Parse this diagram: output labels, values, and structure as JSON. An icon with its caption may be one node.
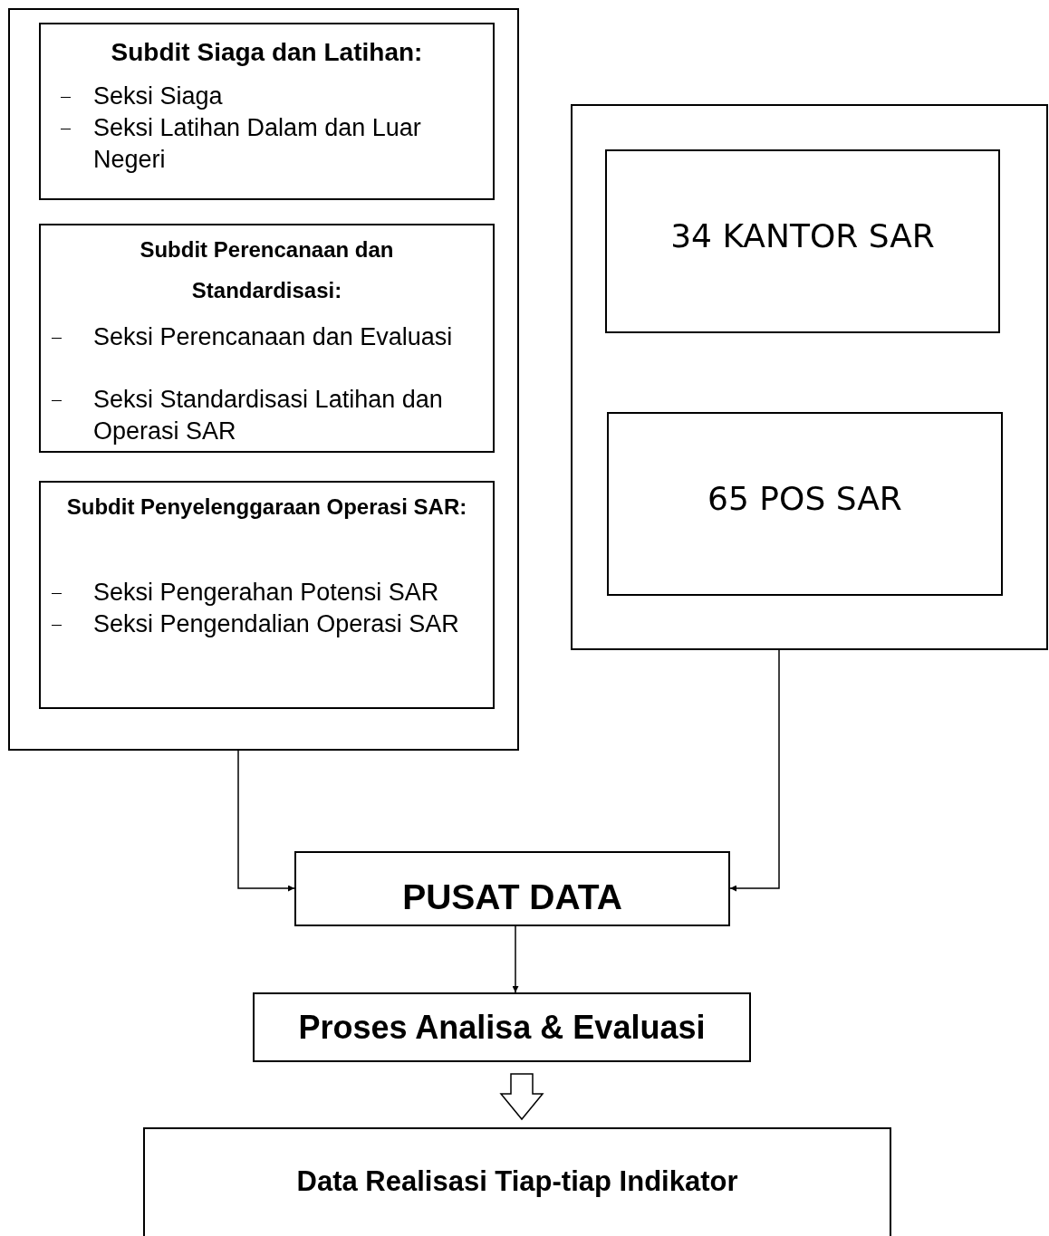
{
  "diagram": {
    "nodes": [
      {
        "text": [],
        "shape": "box"
      },
      {
        "text": [
          "Subdit Siaga dan Latihan:",
          "Seksi Siaga",
          "Seksi Latihan Dalam dan Luar Negeri"
        ],
        "in": 0
      },
      {
        "text": [
          "Subdit Perencanaan dan Standardisasi:",
          "Seksi Perencanaan dan Evaluasi",
          "Seksi Standardisasi Latihan dan Operasi SAR"
        ],
        "in": 0
      },
      {
        "text": [
          "Subdit Penyelenggaraan Operasi SAR:",
          "Seksi Pengerahan Potensi SAR",
          "Seksi Pengendalian Operasi SAR"
        ],
        "in": 0
      },
      {
        "text": [],
        "shape": "box"
      },
      {
        "text": [
          "34 KANTOR SAR"
        ],
        "in": 4
      },
      {
        "text": [
          "65 POS SAR"
        ],
        "in": 4
      },
      {
        "text": [
          "PUSAT DATA"
        ]
      },
      {
        "text": [
          "Proses Analisa & Evaluasi"
        ]
      },
      {
        "text": [
          "Data Realisasi Tiap-tiap Indikator"
        ]
      }
    ],
    "edges": [
      {
        "from": 0,
        "to": 7,
        "arrow": "to"
      },
      {
        "from": 4,
        "to": 7,
        "arrow": "to"
      },
      {
        "from": 7,
        "to": 8,
        "arrow": "to"
      },
      {
        "from": 8,
        "to": 9,
        "arrow": "to",
        "style": "thick"
      }
    ]
  }
}
